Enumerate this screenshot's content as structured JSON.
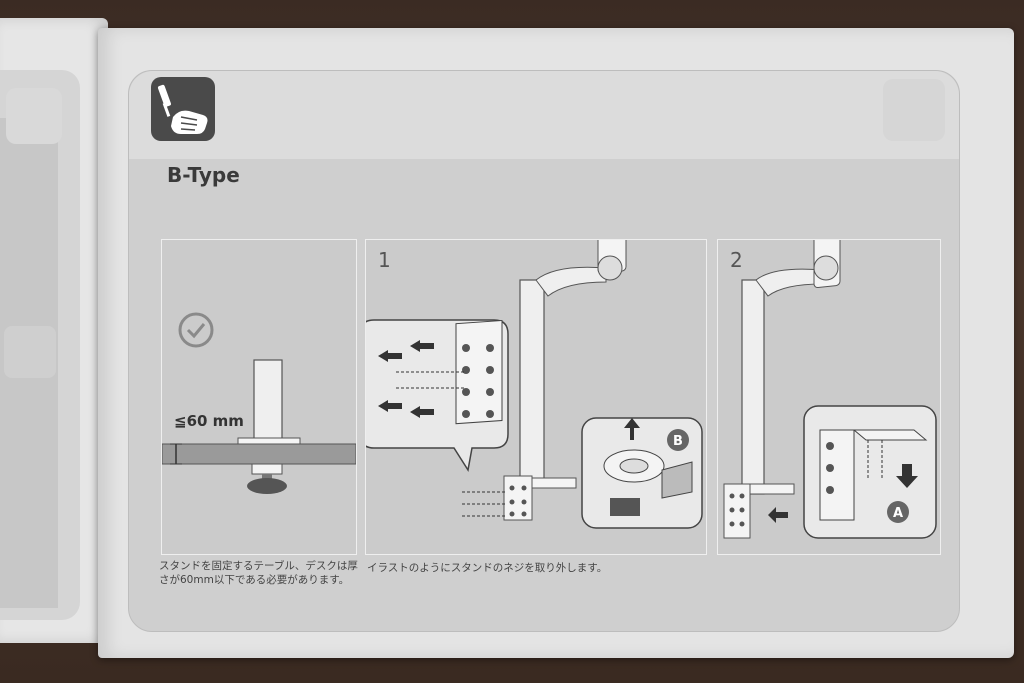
{
  "section": {
    "title": "B-Type"
  },
  "icons": {
    "tool": "screwdriver-hand-icon",
    "check": "checkmark-circle-icon"
  },
  "panels": [
    {
      "step": "",
      "label": "≦60 mm"
    },
    {
      "step": "1",
      "callout": "B"
    },
    {
      "step": "2",
      "callout": "A"
    }
  ],
  "captions": [
    "スタンドを固定するテーブル、デスクは厚さが60mm以下である必要があります。",
    "イラストのようにスタンドのネジを取り外します。"
  ],
  "colors": {
    "page": "#e4e4e4",
    "frame": "#cfcfcf",
    "icon_bg": "#4a4a4a"
  }
}
